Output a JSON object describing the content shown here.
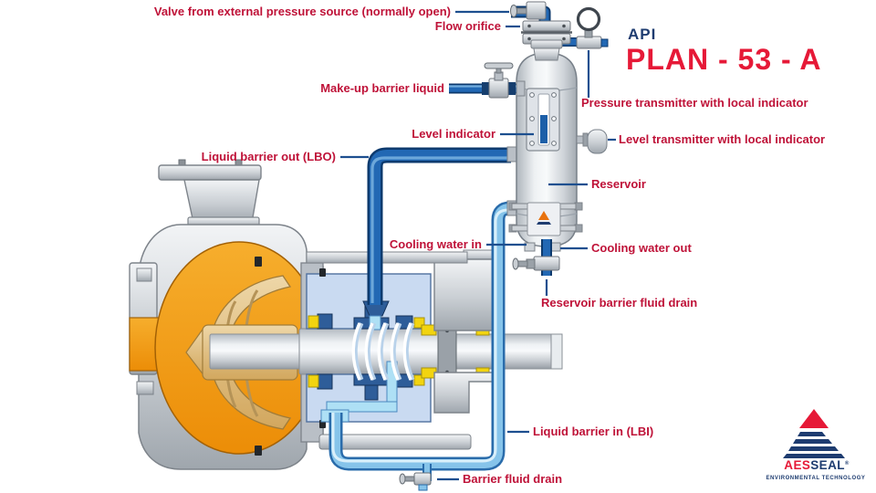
{
  "title": {
    "api": "API",
    "plan": "PLAN - 53 - A"
  },
  "labels": {
    "valve_external": "Valve from external pressure source (normally open)",
    "flow_orifice": "Flow orifice",
    "makeup_barrier": "Make-up barrier liquid",
    "level_indicator": "Level indicator",
    "liquid_barrier_out": "Liquid barrier out (LBO)",
    "pressure_transmitter": "Pressure transmitter with local indicator",
    "level_transmitter": "Level transmitter with local indicator",
    "reservoir": "Reservoir",
    "cooling_water_in": "Cooling water in",
    "cooling_water_out": "Cooling water out",
    "reservoir_drain": "Reservoir barrier fluid drain",
    "liquid_barrier_in": "Liquid barrier in (LBI)",
    "barrier_fluid_drain": "Barrier fluid drain"
  },
  "logo": {
    "aes": "AES",
    "seal": "SEAL",
    "reg": "®",
    "tagline": "ENVIRONMENTAL TECHNOLOGY"
  },
  "colors": {
    "label_red": "#bf1238",
    "title_red": "#e61937",
    "brand_navy": "#1e3c70",
    "pipe_blue": "#2268b4",
    "pipe_light_blue": "#86c4ea",
    "process_orange": "#f09a1a",
    "seal_chamber_blue": "#c9daf1",
    "seal_navy": "#2e5d99",
    "seal_yellow": "#f2d410"
  }
}
